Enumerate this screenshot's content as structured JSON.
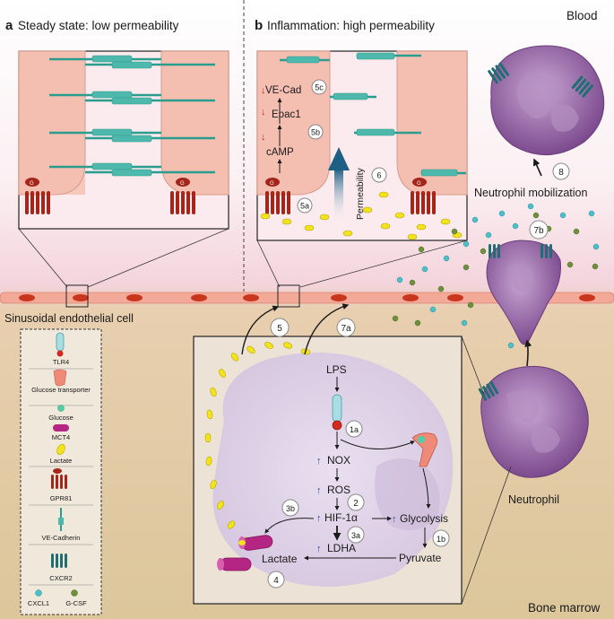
{
  "panels": {
    "a_letter": "a",
    "a_title": "Steady state: low permeability",
    "b_letter": "b",
    "b_title": "Inflammation: high permeability"
  },
  "regions": {
    "blood": "Blood",
    "bone_marrow": "Bone marrow",
    "endothelial": "Sinusoidal endothelial cell",
    "neutrophil": "Neutrophil",
    "mobilization": "Neutrophil mobilization"
  },
  "inset_b": {
    "vecad": "VE-Cad",
    "epac": "Epac1",
    "camp": "cAMP",
    "permeability": "Permeability",
    "steps": [
      "5c",
      "5b",
      "5a",
      "6"
    ]
  },
  "pathway": {
    "lps": "LPS",
    "nox": "NOX",
    "ros": "ROS",
    "hif": "HIF-1α",
    "ldha": "LDHA",
    "lactate": "Lactate",
    "glycolysis": "Glycolysis",
    "pyruvate": "Pyruvate"
  },
  "steps": {
    "s1a": "1a",
    "s1b": "1b",
    "s2": "2",
    "s3a": "3a",
    "s3b": "3b",
    "s4": "4",
    "s5": "5",
    "s7a": "7a",
    "s7b": "7b",
    "s8": "8"
  },
  "legend": {
    "tlr4": "TLR4",
    "glut": "Glucose transporter",
    "glucose": "Glucose",
    "mct4": "MCT4",
    "lactate": "Lactate",
    "gpr81": "GPR81",
    "vecad": "VE-Cadherin",
    "cxcr2": "CXCR2",
    "cxcl1": "CXCL1",
    "gcsf": "G-CSF"
  },
  "colors": {
    "blood_top": "#f6dde3",
    "marrow": "#e2cfa6",
    "endothelium": "#f3a998",
    "nucleus": "#c8371d",
    "cell_column": "#f6c8bb",
    "vecad_teal": "#2a9d8f",
    "gpr81_red": "#a4251a",
    "lactate_yellow": "#f2e31c",
    "neutrophil_purple": "#8e5a9e",
    "cxcl1_cyan": "#4cc0c9",
    "gcsf_green": "#6f8f3c",
    "mct4_magenta": "#b52584"
  },
  "icons": [
    "tlr4-icon",
    "glucose-transporter-icon",
    "glucose-icon",
    "mct4-icon",
    "lactate-icon",
    "gpr81-icon",
    "vecadherin-icon",
    "cxcr2-icon",
    "cxcl1-icon",
    "gcsf-icon"
  ]
}
